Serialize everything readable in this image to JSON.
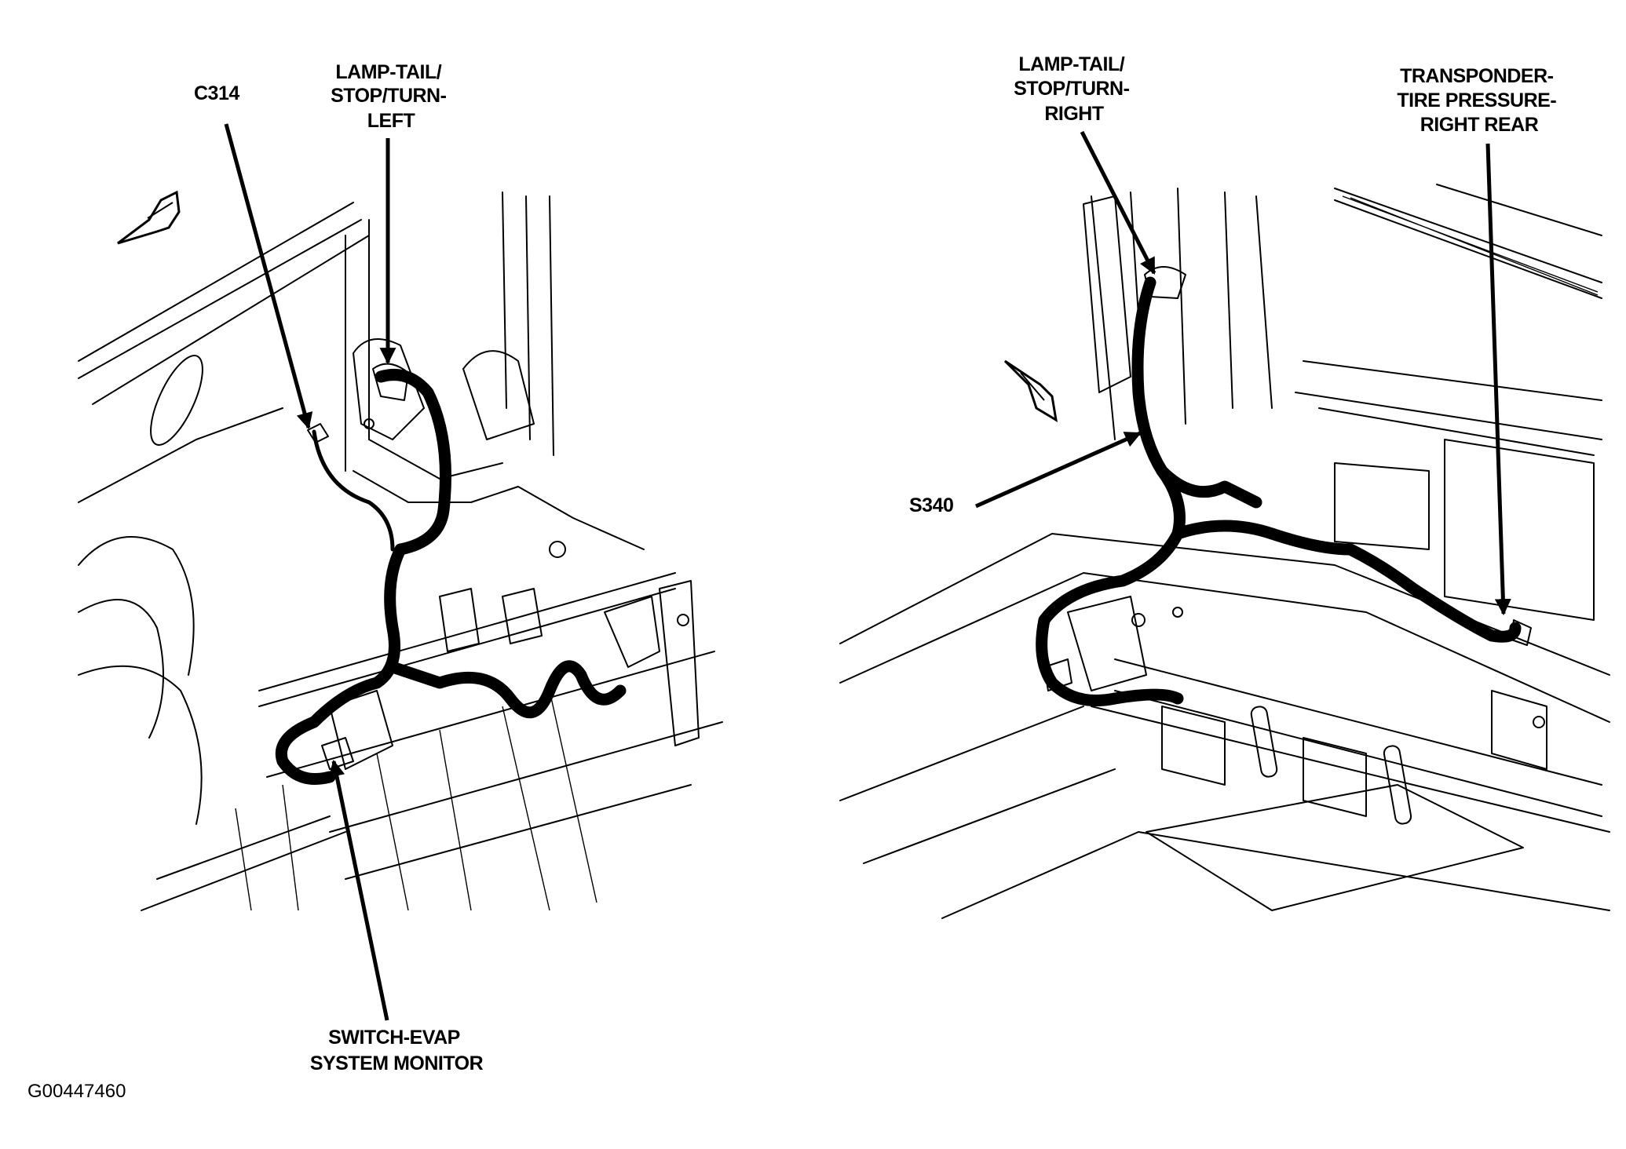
{
  "figure_id": "G00447460",
  "left_panel": {
    "callouts": {
      "c314": "C314",
      "lamp_left": [
        "LAMP-TAIL/",
        "STOP/TURN-",
        "LEFT"
      ],
      "evap": [
        "SWITCH-EVAP",
        "SYSTEM MONITOR"
      ]
    }
  },
  "right_panel": {
    "callouts": {
      "lamp_right": [
        "LAMP-TAIL/",
        "STOP/TURN-",
        "RIGHT"
      ],
      "transponder": [
        "TRANSPONDER-",
        "TIRE PRESSURE-",
        "RIGHT REAR"
      ],
      "s340": "S340"
    }
  },
  "icons": [
    "fwd-arrow-icon",
    "fwd-arrow-icon"
  ]
}
